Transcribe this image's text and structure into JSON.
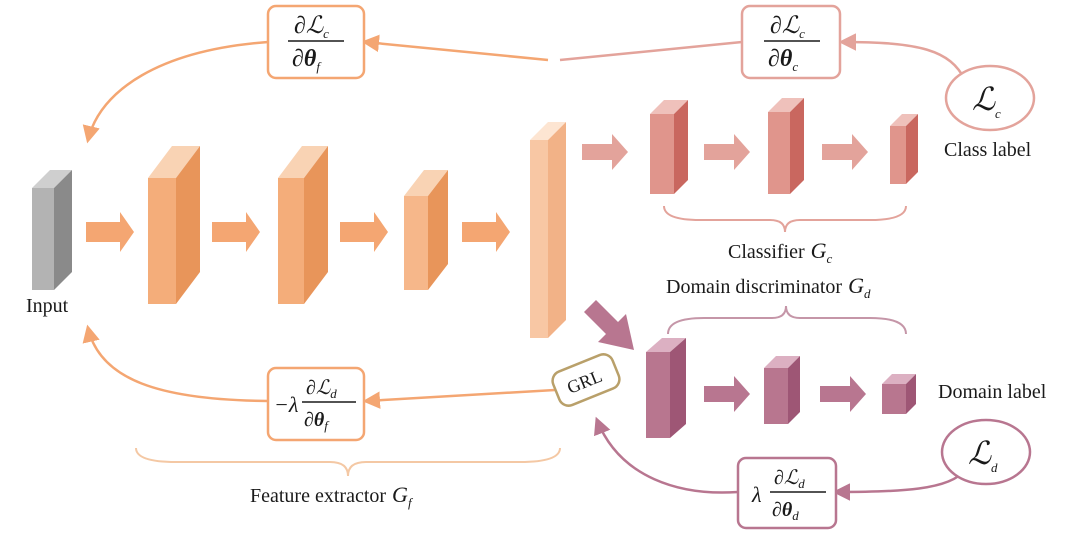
{
  "labels": {
    "input": "Input",
    "class_label": "Class label",
    "domain_label": "Domain label",
    "classifier": "Classifier",
    "classifier_sym": "G",
    "classifier_sub": "c",
    "domain_discriminator": "Domain discriminator",
    "discriminator_sym": "G",
    "discriminator_sub": "d",
    "feature_extractor": "Feature extractor",
    "extractor_sym": "G",
    "extractor_sub": "f",
    "grl": "GRL"
  },
  "gradients": {
    "dLc_dthetaf": {
      "num": "∂ℒ",
      "num_sub": "c",
      "den": "∂θ",
      "den_sub": "f"
    },
    "dLc_dthetac": {
      "num": "∂ℒ",
      "num_sub": "c",
      "den": "∂θ",
      "den_sub": "c"
    },
    "neg_lambda_dLd_dthetaf": {
      "prefix": "−λ",
      "num": "∂ℒ",
      "num_sub": "d",
      "den": "∂θ",
      "den_sub": "f"
    },
    "lambda_dLd_dthetad": {
      "prefix": "λ",
      "num": "∂ℒ",
      "num_sub": "d",
      "den": "∂θ",
      "den_sub": "d"
    }
  },
  "losses": {
    "class_loss": {
      "sym": "ℒ",
      "sub": "c"
    },
    "domain_loss": {
      "sym": "ℒ",
      "sub": "d"
    }
  },
  "colors": {
    "feature": "#f2a86e",
    "classifier": "#d98a84",
    "discriminator": "#b87690",
    "input": "#a3a3a3",
    "grl_border": "#b9a06a"
  }
}
